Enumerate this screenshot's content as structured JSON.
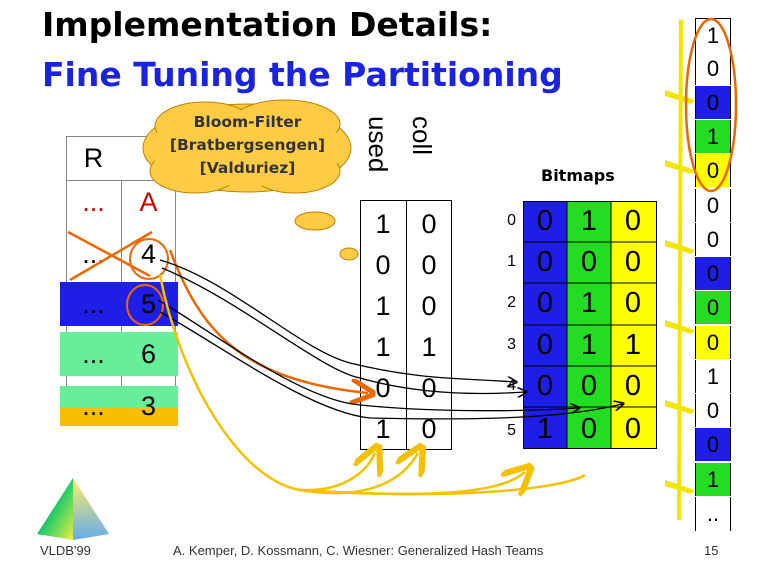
{
  "title_line1": "Implementation Details:",
  "title_line2": "Fine Tuning the Partitioning",
  "bloom": {
    "line1": "Bloom-Filter",
    "line2": "[Bratbergsengen]",
    "line3": "[Valduriez]"
  },
  "relation": {
    "name": "R",
    "rows": [
      {
        "dots": "...",
        "value": "A"
      },
      {
        "dots": "...",
        "value": "4"
      },
      {
        "dots": "...",
        "value": "5"
      },
      {
        "dots": "...",
        "value": "6"
      },
      {
        "dots": "...",
        "value": "3"
      }
    ]
  },
  "used_coll": {
    "headers": [
      "used",
      "coll"
    ],
    "rows": [
      [
        "1",
        "0"
      ],
      [
        "0",
        "0"
      ],
      [
        "1",
        "0"
      ],
      [
        "1",
        "1"
      ],
      [
        "0",
        "0"
      ],
      [
        "1",
        "0"
      ]
    ]
  },
  "bitmaps": {
    "title": "Bitmaps",
    "indices": [
      "0",
      "1",
      "2",
      "3",
      "4",
      "5"
    ],
    "rows": [
      [
        "0",
        "1",
        "0"
      ],
      [
        "0",
        "0",
        "0"
      ],
      [
        "0",
        "1",
        "0"
      ],
      [
        "0",
        "1",
        "1"
      ],
      [
        "0",
        "0",
        "0"
      ],
      [
        "1",
        "0",
        "0"
      ]
    ]
  },
  "bitvector": [
    "1",
    "0",
    "0",
    "1",
    "0",
    "0",
    "0",
    "0",
    "0",
    "0",
    "1",
    "0",
    "0",
    "1",
    ".."
  ],
  "colors": {
    "blue": "#1e1ee6",
    "green": "#22dd22",
    "yellow": "#ffff00",
    "light_green": "#66ee99",
    "orange": "#ee6600",
    "cloud": "#ffcc44"
  },
  "footer": {
    "left": "VLDB'99",
    "center": "A. Kemper, D. Kossmann, C. Wiesner: Generalized Hash Teams",
    "right": "15"
  }
}
